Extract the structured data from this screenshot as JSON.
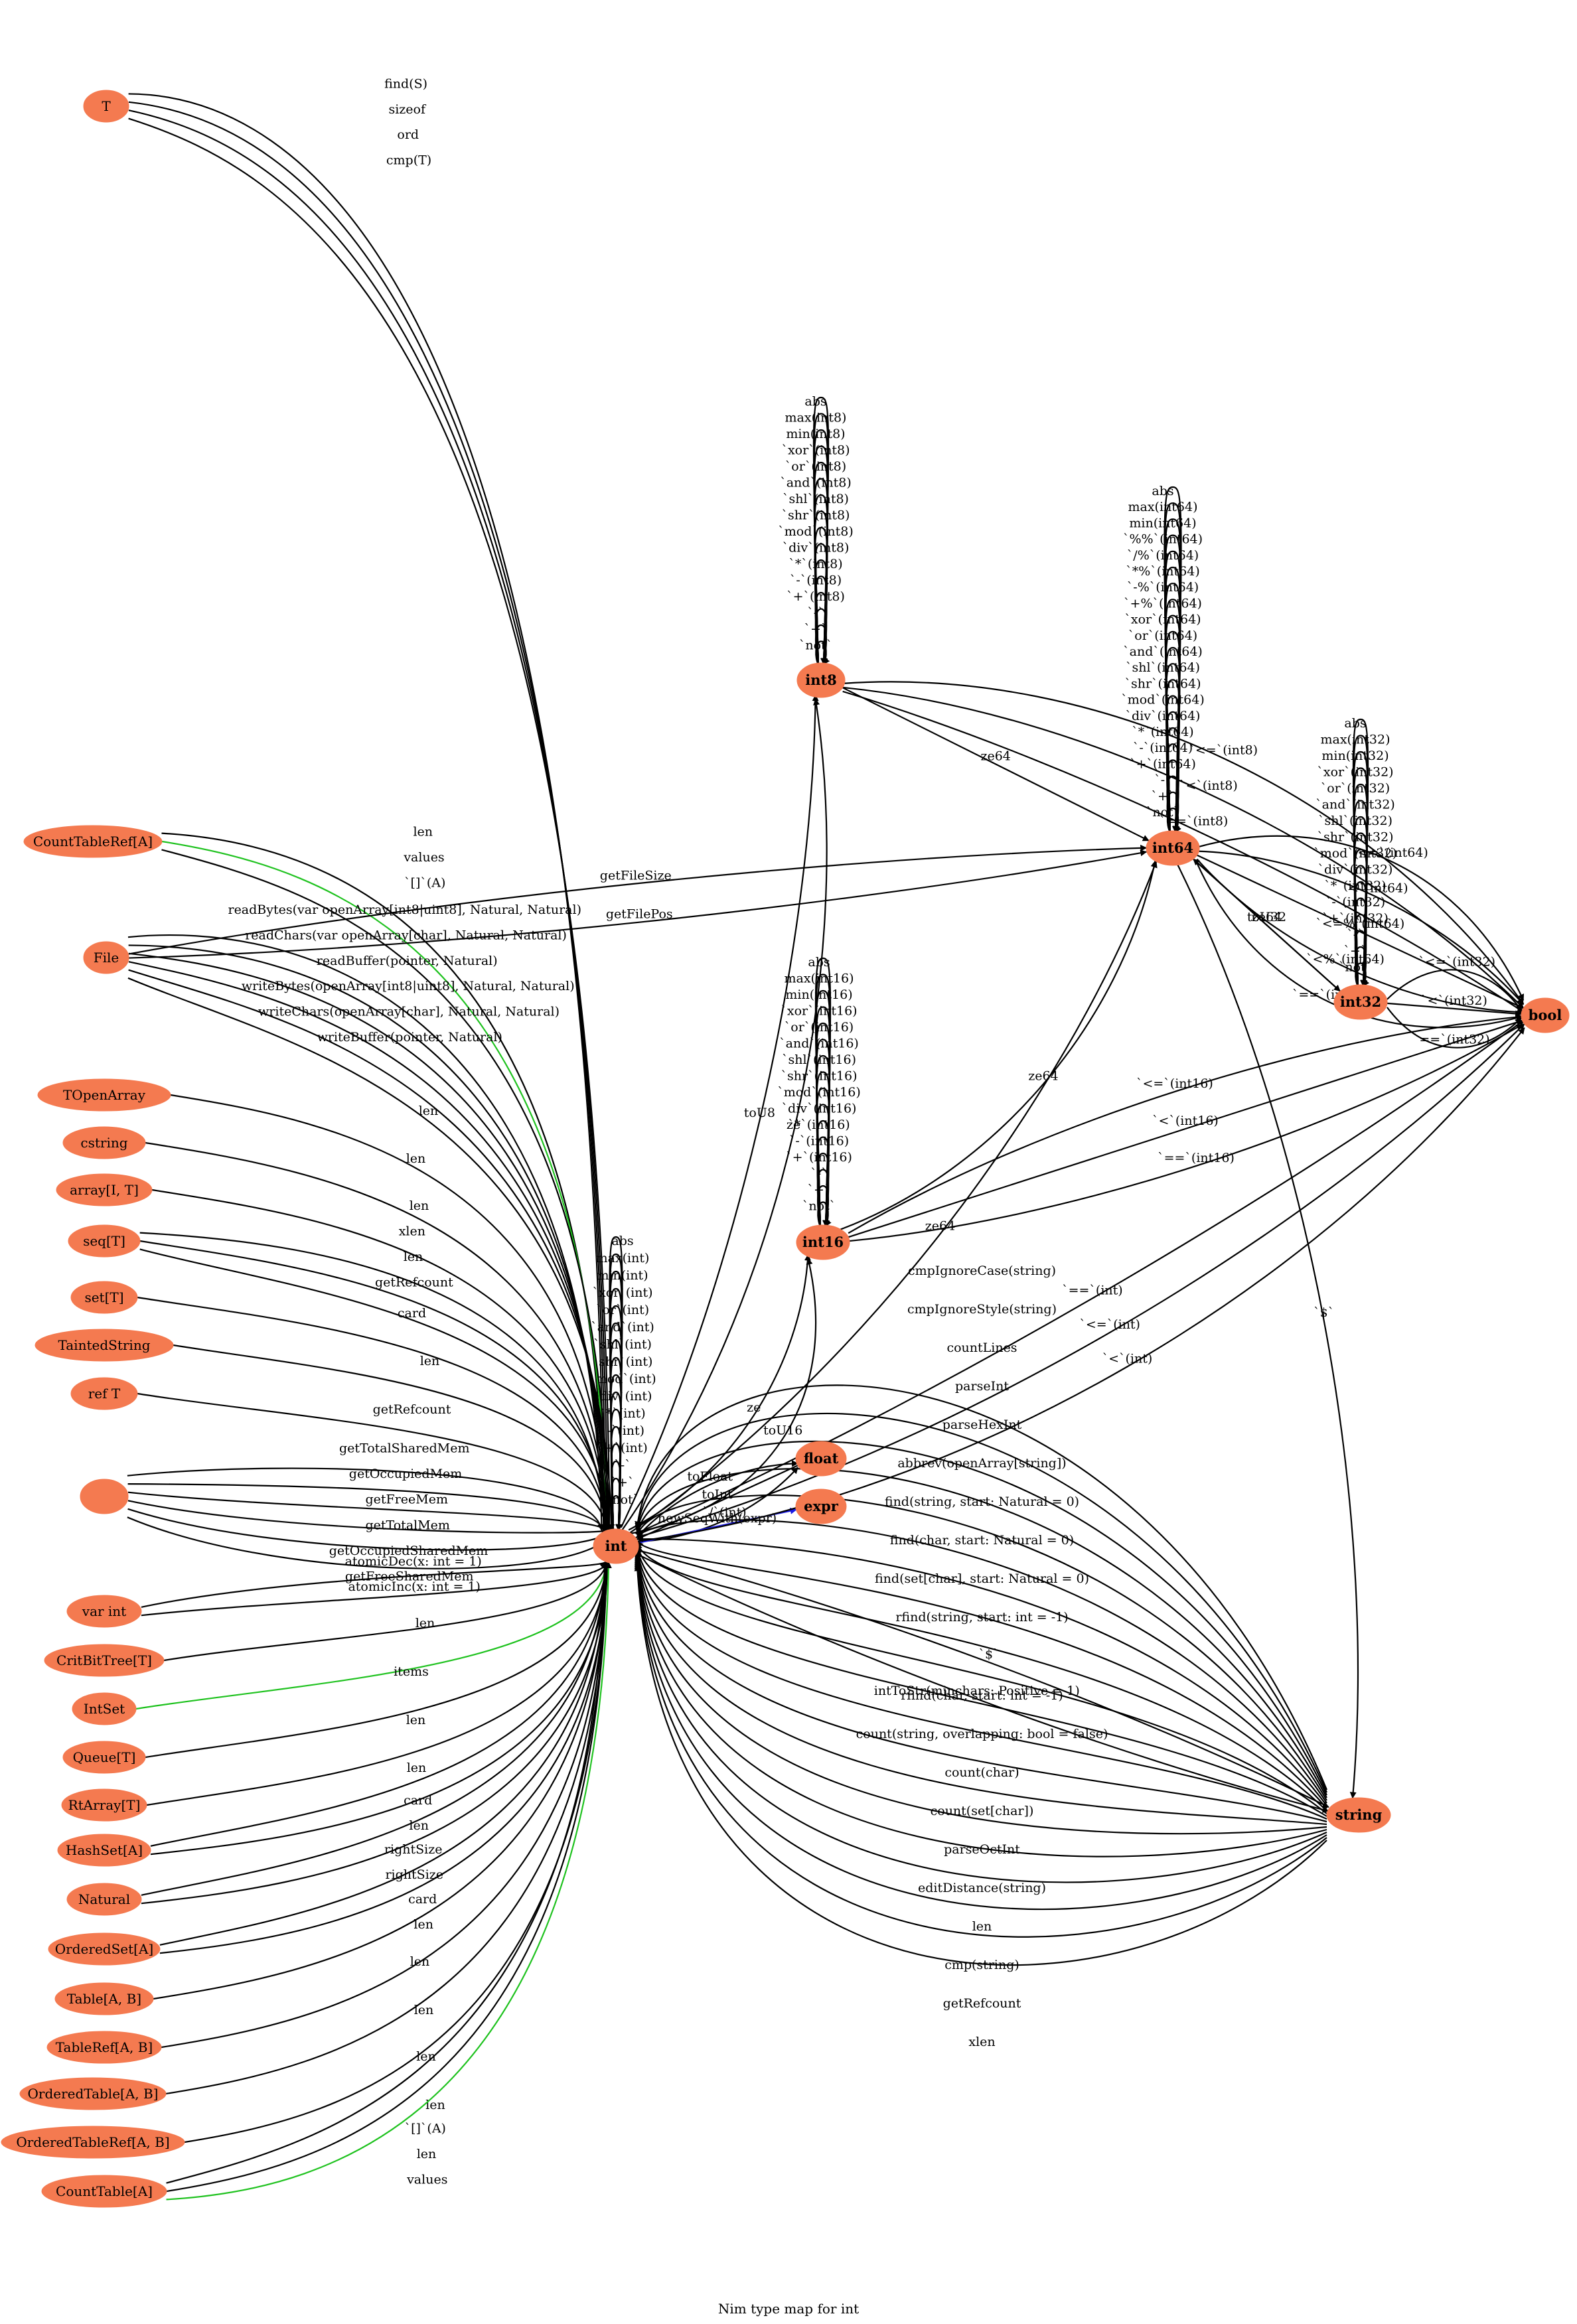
{
  "caption": "Nim type map for int",
  "nodes": [
    {
      "id": "T",
      "label": "T"
    },
    {
      "id": "CountTableRefA",
      "label": "CountTableRef[A]"
    },
    {
      "id": "File",
      "label": "File"
    },
    {
      "id": "TOpenArray",
      "label": "TOpenArray"
    },
    {
      "id": "cstring",
      "label": "cstring"
    },
    {
      "id": "arrayIT",
      "label": "array[I, T]"
    },
    {
      "id": "seqT",
      "label": "seq[T]"
    },
    {
      "id": "setT",
      "label": "set[T]"
    },
    {
      "id": "TaintedString",
      "label": "TaintedString"
    },
    {
      "id": "refT",
      "label": "ref T"
    },
    {
      "id": "unnamed",
      "label": ""
    },
    {
      "id": "varint",
      "label": "var int"
    },
    {
      "id": "CritBitTreeT",
      "label": "CritBitTree[T]"
    },
    {
      "id": "IntSet",
      "label": "IntSet"
    },
    {
      "id": "QueueT",
      "label": "Queue[T]"
    },
    {
      "id": "RtArrayT",
      "label": "RtArray[T]"
    },
    {
      "id": "HashSetA",
      "label": "HashSet[A]"
    },
    {
      "id": "Natural",
      "label": "Natural"
    },
    {
      "id": "OrderedSetA",
      "label": "OrderedSet[A]"
    },
    {
      "id": "TableAB",
      "label": "Table[A, B]"
    },
    {
      "id": "TableRefAB",
      "label": "TableRef[A, B]"
    },
    {
      "id": "OrderedTableAB",
      "label": "OrderedTable[A, B]"
    },
    {
      "id": "OrderedTableRefAB",
      "label": "OrderedTableRef[A, B]"
    },
    {
      "id": "CountTableA",
      "label": "CountTable[A]"
    },
    {
      "id": "int",
      "label": "int"
    },
    {
      "id": "int8",
      "label": "int8"
    },
    {
      "id": "int16",
      "label": "int16"
    },
    {
      "id": "int64",
      "label": "int64"
    },
    {
      "id": "int32",
      "label": "int32"
    },
    {
      "id": "bool",
      "label": "bool"
    },
    {
      "id": "float",
      "label": "float"
    },
    {
      "id": "expr",
      "label": "expr"
    },
    {
      "id": "string",
      "label": "string"
    }
  ],
  "edges": [
    {
      "from": "T",
      "to": "int",
      "label": "find(S)"
    },
    {
      "from": "T",
      "to": "int",
      "label": "sizeof"
    },
    {
      "from": "T",
      "to": "int",
      "label": "ord"
    },
    {
      "from": "T",
      "to": "int",
      "label": "cmp(T)"
    },
    {
      "from": "CountTableRefA",
      "to": "int",
      "label": "len"
    },
    {
      "from": "CountTableRefA",
      "to": "int",
      "label": "values"
    },
    {
      "from": "CountTableRefA",
      "to": "int",
      "label": "`[]`(A)"
    },
    {
      "from": "File",
      "to": "int64",
      "label": "getFileSize"
    },
    {
      "from": "File",
      "to": "int64",
      "label": "getFilePos"
    },
    {
      "from": "File",
      "to": "int",
      "label": "readBytes(var openArray[int8|uint8], Natural, Natural)"
    },
    {
      "from": "File",
      "to": "int",
      "label": "readChars(var openArray[char], Natural, Natural)"
    },
    {
      "from": "File",
      "to": "int",
      "label": "readBuffer(pointer, Natural)"
    },
    {
      "from": "File",
      "to": "int",
      "label": "writeBytes(openArray[int8|uint8], Natural, Natural)"
    },
    {
      "from": "File",
      "to": "int",
      "label": "writeChars(openArray[char], Natural, Natural)"
    },
    {
      "from": "File",
      "to": "int",
      "label": "writeBuffer(pointer, Natural)"
    },
    {
      "from": "TOpenArray",
      "to": "int",
      "label": "len"
    },
    {
      "from": "cstring",
      "to": "int",
      "label": "len"
    },
    {
      "from": "arrayIT",
      "to": "int",
      "label": "len"
    },
    {
      "from": "seqT",
      "to": "int",
      "label": "xlen"
    },
    {
      "from": "seqT",
      "to": "int",
      "label": "len"
    },
    {
      "from": "seqT",
      "to": "int",
      "label": "getRefcount"
    },
    {
      "from": "setT",
      "to": "int",
      "label": "card"
    },
    {
      "from": "TaintedString",
      "to": "int",
      "label": "len"
    },
    {
      "from": "refT",
      "to": "int",
      "label": "getRefcount"
    },
    {
      "from": "unnamed",
      "to": "int",
      "label": "getTotalSharedMem"
    },
    {
      "from": "unnamed",
      "to": "int",
      "label": "getOccupiedMem"
    },
    {
      "from": "unnamed",
      "to": "int",
      "label": "getFreeMem"
    },
    {
      "from": "unnamed",
      "to": "int",
      "label": "getTotalMem"
    },
    {
      "from": "unnamed",
      "to": "int",
      "label": "getOccupiedSharedMem"
    },
    {
      "from": "unnamed",
      "to": "int",
      "label": "getFreeSharedMem"
    },
    {
      "from": "varint",
      "to": "int",
      "label": "atomicDec(x: int = 1)"
    },
    {
      "from": "varint",
      "to": "int",
      "label": "atomicInc(x: int = 1)"
    },
    {
      "from": "CritBitTreeT",
      "to": "int",
      "label": "len"
    },
    {
      "from": "IntSet",
      "to": "int",
      "label": "items"
    },
    {
      "from": "QueueT",
      "to": "int",
      "label": "len"
    },
    {
      "from": "RtArrayT",
      "to": "int",
      "label": "len"
    },
    {
      "from": "HashSetA",
      "to": "int",
      "label": "card"
    },
    {
      "from": "HashSetA",
      "to": "int",
      "label": "len"
    },
    {
      "from": "Natural",
      "to": "int",
      "label": "rightSize"
    },
    {
      "from": "Natural",
      "to": "int",
      "label": "rightSize"
    },
    {
      "from": "OrderedSetA",
      "to": "int",
      "label": "card"
    },
    {
      "from": "OrderedSetA",
      "to": "int",
      "label": "len"
    },
    {
      "from": "TableAB",
      "to": "int",
      "label": "len"
    },
    {
      "from": "TableRefAB",
      "to": "int",
      "label": "len"
    },
    {
      "from": "OrderedTableAB",
      "to": "int",
      "label": "len"
    },
    {
      "from": "OrderedTableRefAB",
      "to": "int",
      "label": "len"
    },
    {
      "from": "CountTableA",
      "to": "int",
      "label": "`[]`(A)"
    },
    {
      "from": "CountTableA",
      "to": "int",
      "label": "len"
    },
    {
      "from": "CountTableA",
      "to": "int",
      "label": "values"
    },
    {
      "from": "int",
      "to": "int8",
      "label": "toU8"
    },
    {
      "from": "int",
      "to": "int8",
      "label": "ze"
    },
    {
      "from": "int",
      "to": "int64",
      "label": "ze64"
    },
    {
      "from": "int",
      "to": "int16",
      "label": "ze"
    },
    {
      "from": "int",
      "to": "int16",
      "label": "toU16"
    },
    {
      "from": "int",
      "to": "float",
      "label": "toFloat"
    },
    {
      "from": "int",
      "to": "float",
      "label": "`/`(int)"
    },
    {
      "from": "float",
      "to": "int",
      "label": "toInt"
    },
    {
      "from": "int",
      "to": "expr",
      "label": "newSeqWith(expr)"
    },
    {
      "from": "int",
      "to": "bool",
      "label": "`==`(int)"
    },
    {
      "from": "int",
      "to": "bool",
      "label": "`<=`(int)"
    },
    {
      "from": "int",
      "to": "bool",
      "label": "`<`(int)"
    },
    {
      "from": "int",
      "to": "string",
      "label": "`$`"
    },
    {
      "from": "int",
      "to": "string",
      "label": "intToStr(minchars: Positive = 1)"
    },
    {
      "from": "string",
      "to": "int",
      "label": "cmpIgnoreCase(string)"
    },
    {
      "from": "string",
      "to": "int",
      "label": "cmpIgnoreStyle(string)"
    },
    {
      "from": "string",
      "to": "int",
      "label": "countLines"
    },
    {
      "from": "string",
      "to": "int",
      "label": "parseInt"
    },
    {
      "from": "string",
      "to": "int",
      "label": "parseHexInt"
    },
    {
      "from": "string",
      "to": "int",
      "label": "abbrev(openArray[string])"
    },
    {
      "from": "string",
      "to": "int",
      "label": "find(string, start: Natural = 0)"
    },
    {
      "from": "string",
      "to": "int",
      "label": "find(char, start: Natural = 0)"
    },
    {
      "from": "string",
      "to": "int",
      "label": "find(set[char], start: Natural = 0)"
    },
    {
      "from": "string",
      "to": "int",
      "label": "rfind(string, start: int = -1)"
    },
    {
      "from": "string",
      "to": "int",
      "label": "rfind(char, start: int = -1)"
    },
    {
      "from": "string",
      "to": "int",
      "label": "count(string, overlapping: bool = false)"
    },
    {
      "from": "string",
      "to": "int",
      "label": "count(char)"
    },
    {
      "from": "string",
      "to": "int",
      "label": "count(set[char])"
    },
    {
      "from": "string",
      "to": "int",
      "label": "parseOctInt"
    },
    {
      "from": "string",
      "to": "int",
      "label": "editDistance(string)"
    },
    {
      "from": "string",
      "to": "int",
      "label": "len"
    },
    {
      "from": "string",
      "to": "int",
      "label": "cmp(string)"
    },
    {
      "from": "string",
      "to": "int",
      "label": "getRefcount"
    },
    {
      "from": "string",
      "to": "int",
      "label": "xlen"
    },
    {
      "from": "int8",
      "to": "int64",
      "label": "ze64"
    },
    {
      "from": "int8",
      "to": "bool",
      "label": "`<=`(int8)"
    },
    {
      "from": "int8",
      "to": "bool",
      "label": "`<`(int8)"
    },
    {
      "from": "int8",
      "to": "bool",
      "label": "`==`(int8)"
    },
    {
      "from": "int16",
      "to": "int64",
      "label": "ze64"
    },
    {
      "from": "int16",
      "to": "bool",
      "label": "`<=`(int16)"
    },
    {
      "from": "int16",
      "to": "bool",
      "label": "`<`(int16)"
    },
    {
      "from": "int16",
      "to": "bool",
      "label": "`==`(int16)"
    },
    {
      "from": "int64",
      "to": "bool",
      "label": "`<=`(int64)"
    },
    {
      "from": "int64",
      "to": "bool",
      "label": "`<`(int64)"
    },
    {
      "from": "int64",
      "to": "bool",
      "label": "`<=%`(int64)"
    },
    {
      "from": "int64",
      "to": "bool",
      "label": "`<%`(int64)"
    },
    {
      "from": "int64",
      "to": "bool",
      "label": "`==`(int64)"
    },
    {
      "from": "int64",
      "to": "int32",
      "label": "toU32"
    },
    {
      "from": "int64",
      "to": "string",
      "label": "`$`"
    },
    {
      "from": "int32",
      "to": "int64",
      "label": "ze64"
    },
    {
      "from": "int32",
      "to": "bool",
      "label": "`<=`(int32)"
    },
    {
      "from": "int32",
      "to": "bool",
      "label": "`<`(int32)"
    },
    {
      "from": "int32",
      "to": "bool",
      "label": "`==`(int32)"
    }
  ],
  "self_loops": {
    "int8": [
      "abs",
      "max(int8)",
      "min(int8)",
      "`xor`(int8)",
      "`or`(int8)",
      "`and`(int8)",
      "`shl`(int8)",
      "`shr`(int8)",
      "`mod`(int8)",
      "`div`(int8)",
      "`*`(int8)",
      "`-`(int8)",
      "`+`(int8)",
      "`-`",
      "`+`",
      "`not`"
    ],
    "int16": [
      "abs",
      "max(int16)",
      "min(int16)",
      "`xor`(int16)",
      "`or`(int16)",
      "`and`(int16)",
      "`shl`(int16)",
      "`shr`(int16)",
      "`mod`(int16)",
      "`div`(int16)",
      "`*`(int16)",
      "`-`(int16)",
      "`+`(int16)",
      "`-`",
      "`+`",
      "`not`"
    ],
    "int32": [
      "abs",
      "max(int32)",
      "min(int32)",
      "`xor`(int32)",
      "`or`(int32)",
      "`and`(int32)",
      "`shl`(int32)",
      "`shr`(int32)",
      "`mod`(int32)",
      "`div`(int32)",
      "`*`(int32)",
      "`-`(int32)",
      "`+`(int32)",
      "`-`",
      "`+`",
      "`not`"
    ],
    "int64": [
      "abs",
      "max(int64)",
      "min(int64)",
      "`%%`(int64)",
      "`/%`(int64)",
      "`*%`(int64)",
      "`-%`(int64)",
      "`+%`(int64)",
      "`xor`(int64)",
      "`or`(int64)",
      "`and`(int64)",
      "`shl`(int64)",
      "`shr`(int64)",
      "`mod`(int64)",
      "`div`(int64)",
      "`*`(int64)",
      "`-`(int64)",
      "`+`(int64)",
      "`-`",
      "`+`",
      "`not`"
    ],
    "int": [
      "abs",
      "max(int)",
      "min(int)",
      "`xor`(int)",
      "`or`(int)",
      "`and`(int)",
      "`shl`(int)",
      "`shr`(int)",
      "`mod`(int)",
      "`div`(int)",
      "`*`(int)",
      "`-`(int)",
      "`+`(int)",
      "`-`",
      "`+`",
      "`not`"
    ]
  },
  "colors": {
    "node_fill": "#f47a50",
    "edge_default": "#000000",
    "edge_values": "#1fc21f",
    "edge_newSeqWith": "#1a1ae6"
  }
}
